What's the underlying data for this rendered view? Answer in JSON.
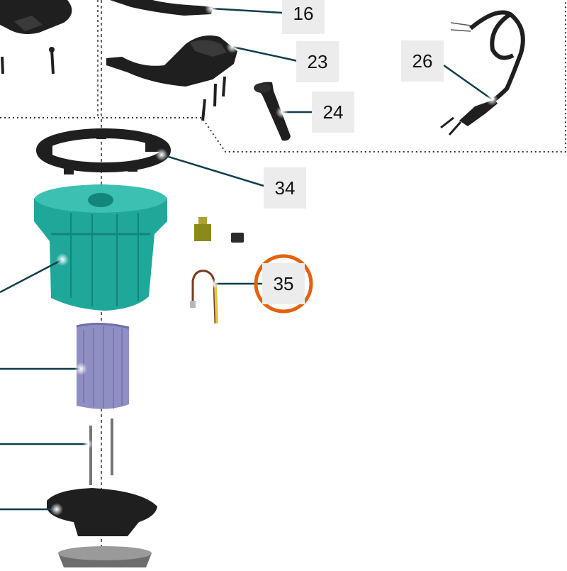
{
  "diagram": {
    "labels": {
      "l16": "16",
      "l23": "23",
      "l24": "24",
      "l26": "26",
      "l34": "34",
      "l35": "35"
    },
    "colors": {
      "leader": "#0f3d4c",
      "highlight": "#e3610f",
      "motor_housing": "#1fa89a",
      "stator": "#8f8fc4",
      "parts_dark": "#1f1f1f",
      "label_bg": "#ececec"
    },
    "highlighted_label": "35"
  }
}
